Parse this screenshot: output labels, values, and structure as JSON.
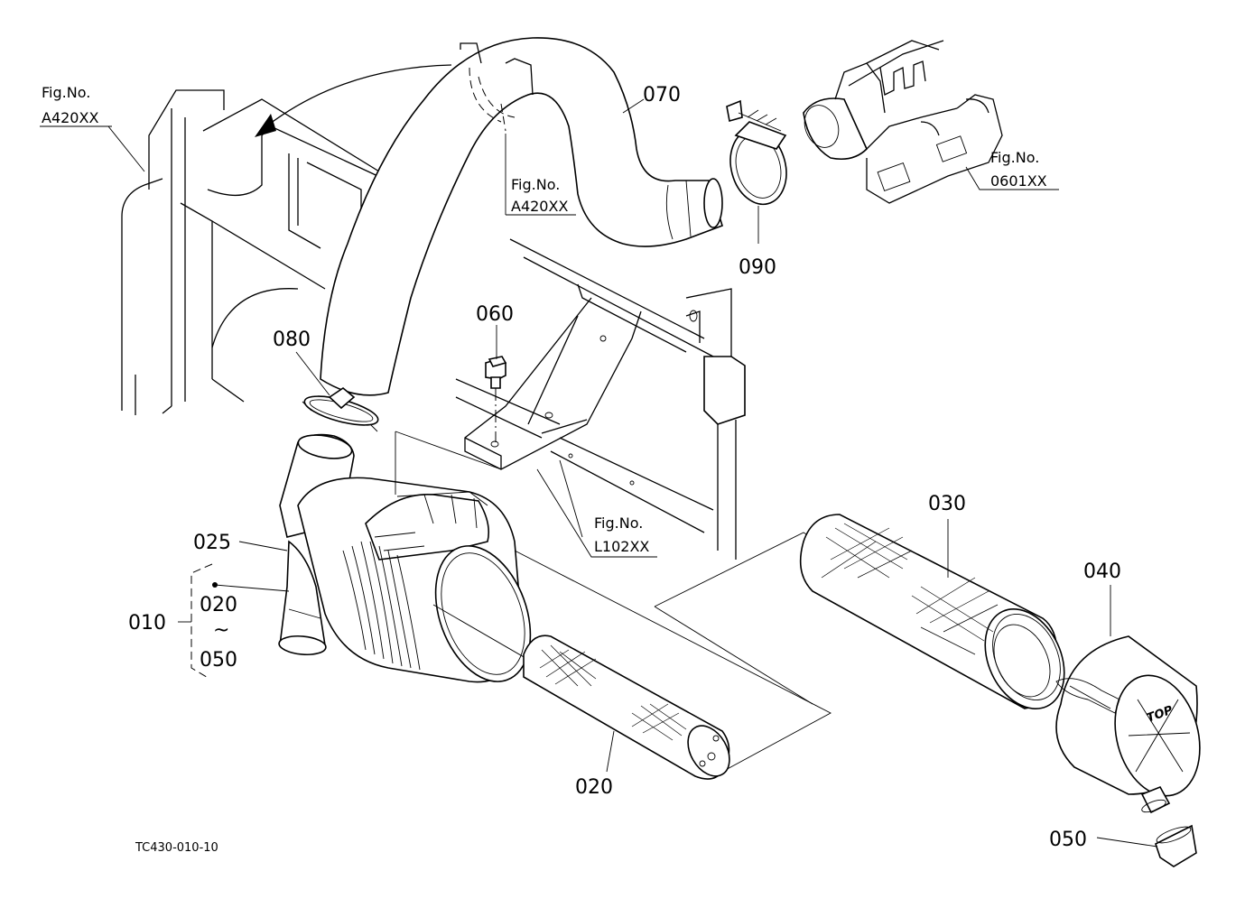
{
  "diagram": {
    "parts": {
      "p010": "010",
      "p020": "020",
      "p020_range_start": "020",
      "p020_range_sep": "~",
      "p020_range_end": "050",
      "p025": "025",
      "p030": "030",
      "p040": "040",
      "p050": "050",
      "p060": "060",
      "p070": "070",
      "p080": "080",
      "p090": "090"
    },
    "figure_refs": {
      "top_left": {
        "prefix": "Fig.No.",
        "number": "A420XX"
      },
      "pipe": {
        "prefix": "Fig.No.",
        "number": "A420XX"
      },
      "manifold": {
        "prefix": "Fig.No.",
        "number": "0601XX"
      },
      "bracket": {
        "prefix": "Fig.No.",
        "number": "L102XX"
      }
    },
    "drawing_code": "TC430-010-10"
  }
}
